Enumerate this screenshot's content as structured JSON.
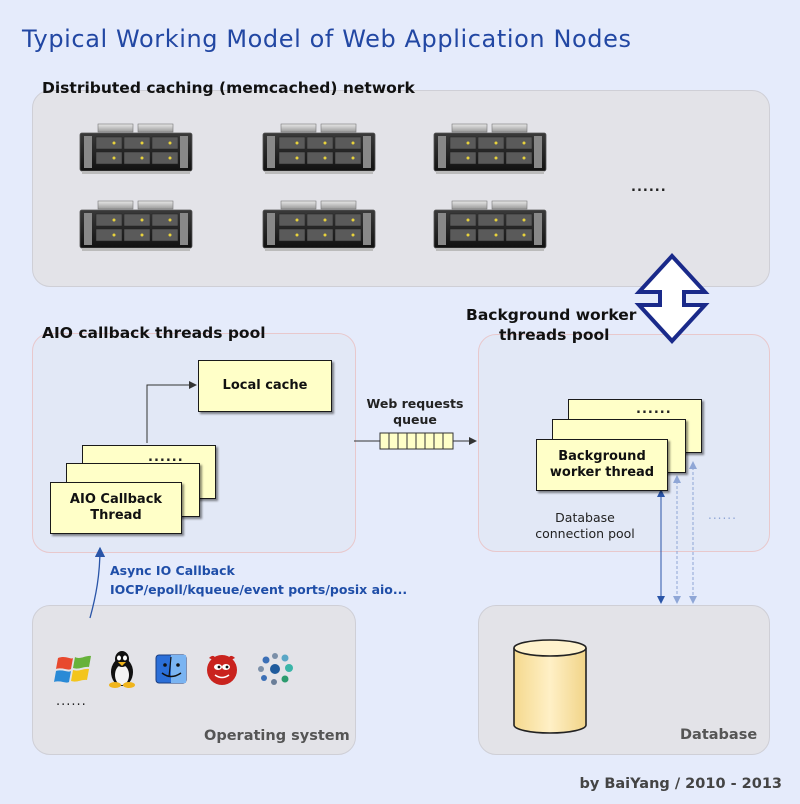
{
  "title": "Typical Working Model of Web Application Nodes",
  "cache_network": {
    "label": "Distributed caching (memcached) network",
    "servers": [
      "server",
      "server",
      "server",
      "server",
      "server",
      "server"
    ],
    "ellipsis": "......"
  },
  "aio_pool": {
    "label": "AIO callback threads pool",
    "local_cache": "Local cache",
    "thread_line1": "AIO Callback",
    "thread_line2": "Thread",
    "ellipsis": "......"
  },
  "queue": {
    "line1": "Web requests",
    "line2": "queue"
  },
  "worker_pool": {
    "label_line1": "Background worker",
    "label_line2": "threads pool",
    "thread_line1": "Background",
    "thread_line2": "worker thread",
    "ellipsis": "......",
    "conn_line1": "Database",
    "conn_line2": "connection pool",
    "conn_ellipsis": "......"
  },
  "callback": {
    "line1": "Async IO Callback",
    "line2": "IOCP/epoll/kqueue/event ports/posix aio..."
  },
  "os": {
    "label": "Operating system",
    "icons": [
      "windows-logo",
      "linux-tux",
      "mac-finder",
      "freebsd-daemon",
      "opensolaris-logo"
    ],
    "ellipsis": "......"
  },
  "database": {
    "label": "Database"
  },
  "credit": "by BaiYang / 2010 - 2013",
  "colors": {
    "background": "#e5ebfb",
    "title": "#2247a3",
    "panel": "#e3e3e8",
    "box_fill": "#ffffc8",
    "db_fill": "#ffe9b3",
    "accent_arrow": "#1a2a8a",
    "callback_text": "#1f4ea8"
  }
}
